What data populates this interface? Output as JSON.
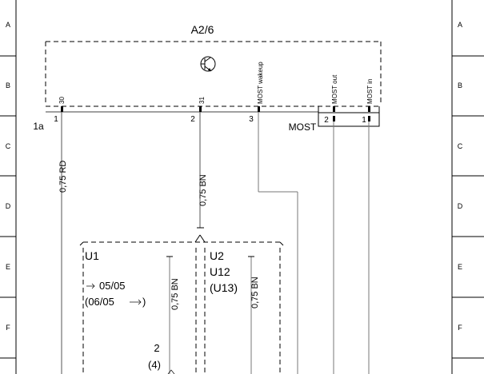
{
  "frame": {
    "left_zones": [
      "A",
      "B",
      "C",
      "D",
      "E",
      "F"
    ],
    "right_zones": [
      "A",
      "B",
      "C",
      "D",
      "E",
      "F"
    ]
  },
  "component": {
    "name": "A2/6",
    "connector_label": "1a",
    "pins": [
      {
        "signal": "30",
        "number": "1"
      },
      {
        "signal": "31",
        "number": "2"
      },
      {
        "signal": "MOST wakeup",
        "number": "3"
      }
    ],
    "most_connector": {
      "label": "MOST",
      "pins": [
        {
          "signal": "MOST out",
          "number": "2"
        },
        {
          "signal": "MOST in",
          "number": "1"
        }
      ]
    }
  },
  "wires": [
    {
      "label": "0,75 RD"
    },
    {
      "label": "0,75 BN"
    },
    {
      "label": "0,75 BN"
    },
    {
      "label": "0,75 BN"
    }
  ],
  "variants": {
    "left": {
      "code": "U1",
      "from": "05/05",
      "to": "(06/05",
      "close": ")",
      "ground_point": "2",
      "ground_ref": "(4)"
    },
    "right": {
      "code": "U2",
      "alt_code": "U12",
      "alt_code_paren": "(U13)"
    }
  }
}
